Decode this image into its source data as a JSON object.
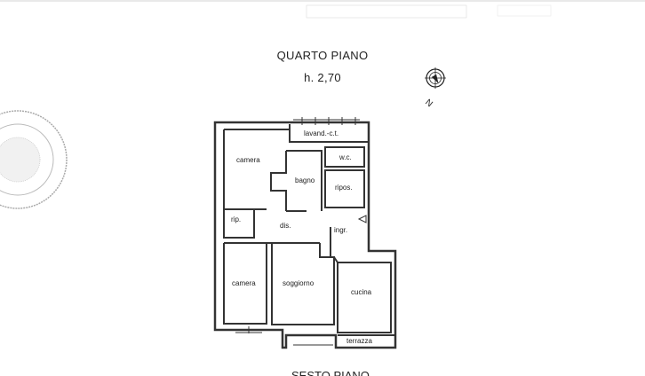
{
  "header": {
    "title": "QUARTO PIANO",
    "height": "h. 2,70"
  },
  "compass": {
    "icon": "north-arrow-icon",
    "label": "N"
  },
  "rooms": {
    "camera_top": "camera",
    "lavand": "lavand.-c.t.",
    "wc": "w.c.",
    "bagno": "bagno",
    "ripos": "ripos.",
    "rip": "rip.",
    "dis": "dis.",
    "ingr": "ingr.",
    "camera_bottom": "camera",
    "soggiorno": "soggiorno",
    "cucina": "cucina",
    "terrazza": "terrazza"
  },
  "footer_partial": "SESTO PIANO",
  "colors": {
    "wall": "#333333",
    "stamp": "#9a9a9a",
    "paper": "#ffffff"
  }
}
